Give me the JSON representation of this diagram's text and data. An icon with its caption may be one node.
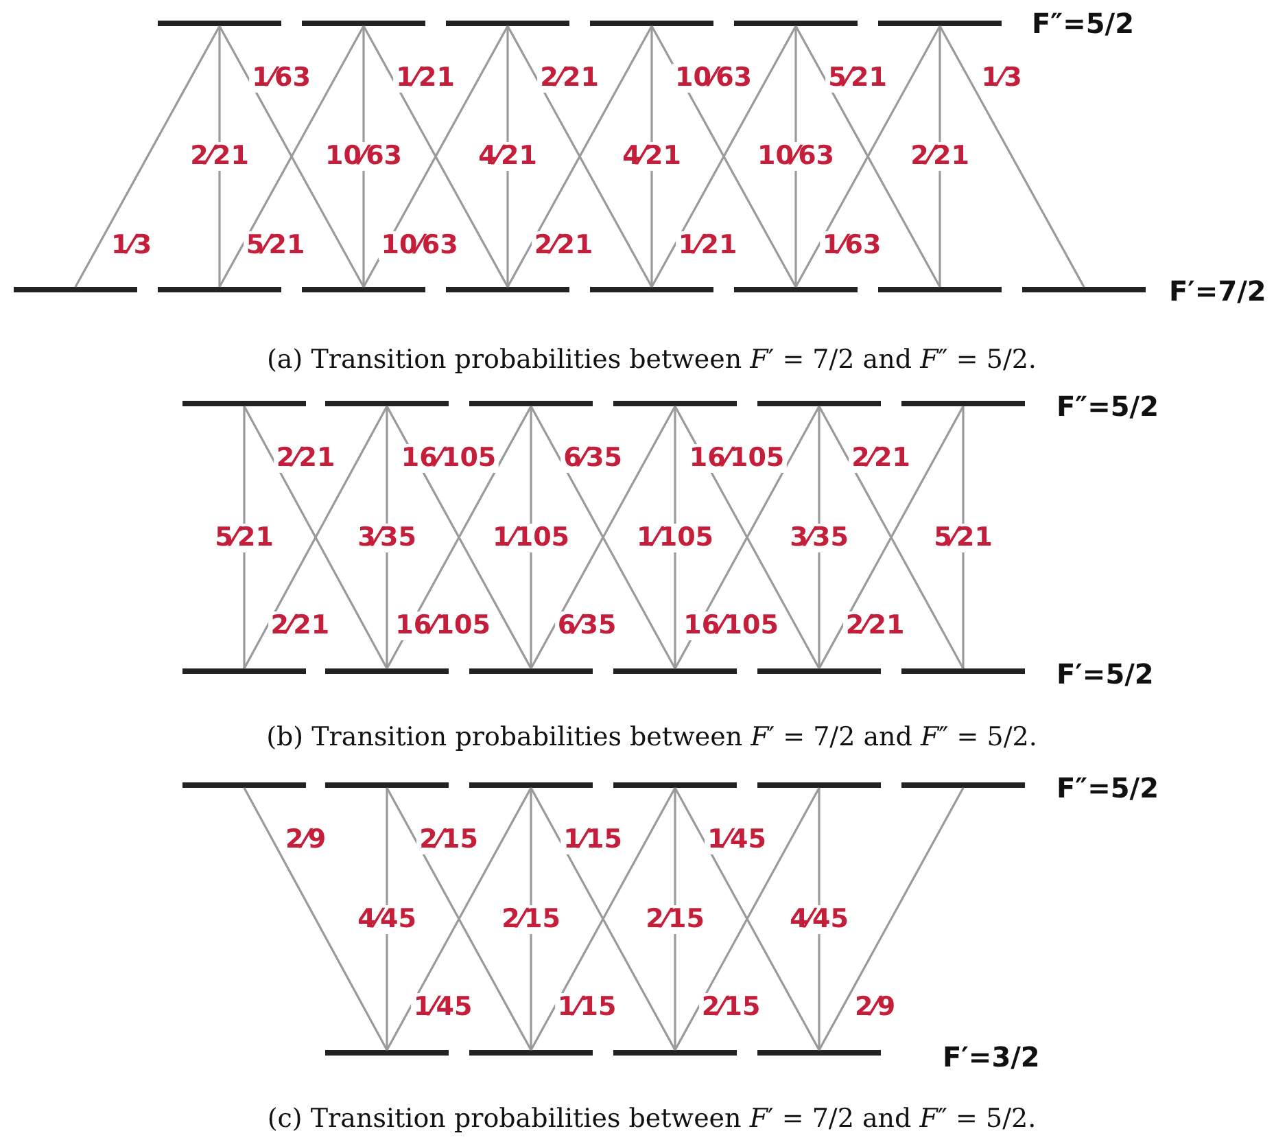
{
  "diagram": {
    "nodes": [
      {
        "text": [],
        "shape": "bar"
      },
      {
        "text": [],
        "shape": "bar"
      },
      {
        "text": [],
        "shape": "bar"
      },
      {
        "text": [],
        "shape": "bar"
      },
      {
        "text": [],
        "shape": "bar"
      },
      {
        "text": [],
        "shape": "bar"
      },
      {
        "text": [],
        "shape": "bar"
      },
      {
        "text": [],
        "shape": "bar"
      },
      {
        "text": [],
        "shape": "bar"
      },
      {
        "text": [],
        "shape": "bar"
      },
      {
        "text": [],
        "shape": "bar"
      },
      {
        "text": [],
        "shape": "bar"
      },
      {
        "text": [],
        "shape": "bar"
      },
      {
        "text": [],
        "shape": "bar"
      },
      {
        "text": [],
        "shape": "bar"
      },
      {
        "text": [],
        "shape": "bar"
      },
      {
        "text": [],
        "shape": "bar"
      },
      {
        "text": [],
        "shape": "bar"
      },
      {
        "text": [],
        "shape": "bar"
      },
      {
        "text": [],
        "shape": "bar"
      },
      {
        "text": [],
        "shape": "bar"
      },
      {
        "text": [],
        "shape": "bar"
      },
      {
        "text": [],
        "shape": "bar"
      },
      {
        "text": [],
        "shape": "bar"
      },
      {
        "text": [],
        "shape": "bar"
      },
      {
        "text": [],
        "shape": "bar"
      },
      {
        "text": [],
        "shape": "bar"
      },
      {
        "text": [],
        "shape": "bar"
      },
      {
        "text": [],
        "shape": "bar"
      },
      {
        "text": [],
        "shape": "bar"
      },
      {
        "text": [],
        "shape": "bar"
      },
      {
        "text": [],
        "shape": "bar"
      },
      {
        "text": [],
        "shape": "bar"
      },
      {
        "text": [],
        "shape": "bar"
      },
      {
        "text": [],
        "shape": "bar"
      },
      {
        "text": [],
        "shape": "bar"
      }
    ],
    "edges": [
      {
        "from": 0,
        "to": 8,
        "arrow": "none",
        "label": "1⁄63"
      },
      {
        "from": 1,
        "to": 9,
        "arrow": "none",
        "label": "1⁄21"
      },
      {
        "from": 2,
        "to": 10,
        "arrow": "none",
        "label": "2⁄21"
      },
      {
        "from": 3,
        "to": 11,
        "arrow": "none",
        "label": "10⁄63"
      },
      {
        "from": 4,
        "to": 12,
        "arrow": "none",
        "label": "5⁄21"
      },
      {
        "from": 5,
        "to": 13,
        "arrow": "none",
        "label": "1⁄3"
      },
      {
        "from": 0,
        "to": 7,
        "arrow": "none",
        "label": "2⁄21"
      },
      {
        "from": 1,
        "to": 8,
        "arrow": "none",
        "label": "10⁄63"
      },
      {
        "from": 2,
        "to": 9,
        "arrow": "none",
        "label": "4⁄21"
      },
      {
        "from": 3,
        "to": 10,
        "arrow": "none",
        "label": "4⁄21"
      },
      {
        "from": 4,
        "to": 11,
        "arrow": "none",
        "label": "10⁄63"
      },
      {
        "from": 5,
        "to": 12,
        "arrow": "none",
        "label": "2⁄21"
      },
      {
        "from": 0,
        "to": 6,
        "arrow": "none",
        "label": "1⁄3"
      },
      {
        "from": 1,
        "to": 7,
        "arrow": "none",
        "label": "5⁄21"
      },
      {
        "from": 2,
        "to": 8,
        "arrow": "none",
        "label": "10⁄63"
      },
      {
        "from": 3,
        "to": 9,
        "arrow": "none",
        "label": "2⁄21"
      },
      {
        "from": 4,
        "to": 10,
        "arrow": "none",
        "label": "1⁄21"
      },
      {
        "from": 5,
        "to": 11,
        "arrow": "none",
        "label": "1⁄63"
      },
      {
        "from": 14,
        "to": 21,
        "arrow": "none",
        "label": "2⁄21"
      },
      {
        "from": 15,
        "to": 22,
        "arrow": "none",
        "label": "16⁄105"
      },
      {
        "from": 16,
        "to": 23,
        "arrow": "none",
        "label": "6⁄35"
      },
      {
        "from": 17,
        "to": 24,
        "arrow": "none",
        "label": "16⁄105"
      },
      {
        "from": 18,
        "to": 25,
        "arrow": "none",
        "label": "2⁄21"
      },
      {
        "from": 14,
        "to": 20,
        "arrow": "none",
        "label": "5⁄21"
      },
      {
        "from": 15,
        "to": 21,
        "arrow": "none",
        "label": "3⁄35"
      },
      {
        "from": 16,
        "to": 22,
        "arrow": "none",
        "label": "1⁄105"
      },
      {
        "from": 17,
        "to": 23,
        "arrow": "none",
        "label": "1⁄105"
      },
      {
        "from": 18,
        "to": 24,
        "arrow": "none",
        "label": "3⁄35"
      },
      {
        "from": 19,
        "to": 25,
        "arrow": "none",
        "label": "5⁄21"
      },
      {
        "from": 15,
        "to": 20,
        "arrow": "none",
        "label": "2⁄21"
      },
      {
        "from": 16,
        "to": 21,
        "arrow": "none",
        "label": "16⁄105"
      },
      {
        "from": 17,
        "to": 22,
        "arrow": "none",
        "label": "6⁄35"
      },
      {
        "from": 18,
        "to": 23,
        "arrow": "none",
        "label": "16⁄105"
      },
      {
        "from": 19,
        "to": 24,
        "arrow": "none",
        "label": "2⁄21"
      },
      {
        "from": 26,
        "to": 32,
        "arrow": "none",
        "label": "2⁄9"
      },
      {
        "from": 27,
        "to": 33,
        "arrow": "none",
        "label": "2⁄15"
      },
      {
        "from": 28,
        "to": 34,
        "arrow": "none",
        "label": "1⁄15"
      },
      {
        "from": 29,
        "to": 35,
        "arrow": "none",
        "label": "1⁄45"
      },
      {
        "from": 27,
        "to": 32,
        "arrow": "none",
        "label": "4⁄45"
      },
      {
        "from": 28,
        "to": 33,
        "arrow": "none",
        "label": "2⁄15"
      },
      {
        "from": 29,
        "to": 34,
        "arrow": "none",
        "label": "2⁄15"
      },
      {
        "from": 30,
        "to": 35,
        "arrow": "none",
        "label": "4⁄45"
      },
      {
        "from": 28,
        "to": 32,
        "arrow": "none",
        "label": "1⁄45"
      },
      {
        "from": 29,
        "to": 33,
        "arrow": "none",
        "label": "1⁄15"
      },
      {
        "from": 30,
        "to": 34,
        "arrow": "none",
        "label": "2⁄15"
      },
      {
        "from": 31,
        "to": 35,
        "arrow": "none",
        "label": "2⁄9"
      }
    ],
    "labels": [
      "F″=5/2",
      "F′=7/2",
      "(a) Transition probabilities between *F*′ = 7/2 and *F*″ = 5/2.",
      "F″=5/2",
      "F′=5/2",
      "(b) Transition probabilities between *F*′ = 7/2 and *F*″ = 5/2.",
      "F″=5/2",
      "F′=3/2",
      "(c) Transition probabilities between *F*′ = 7/2 and *F*″ = 5/2."
    ]
  }
}
